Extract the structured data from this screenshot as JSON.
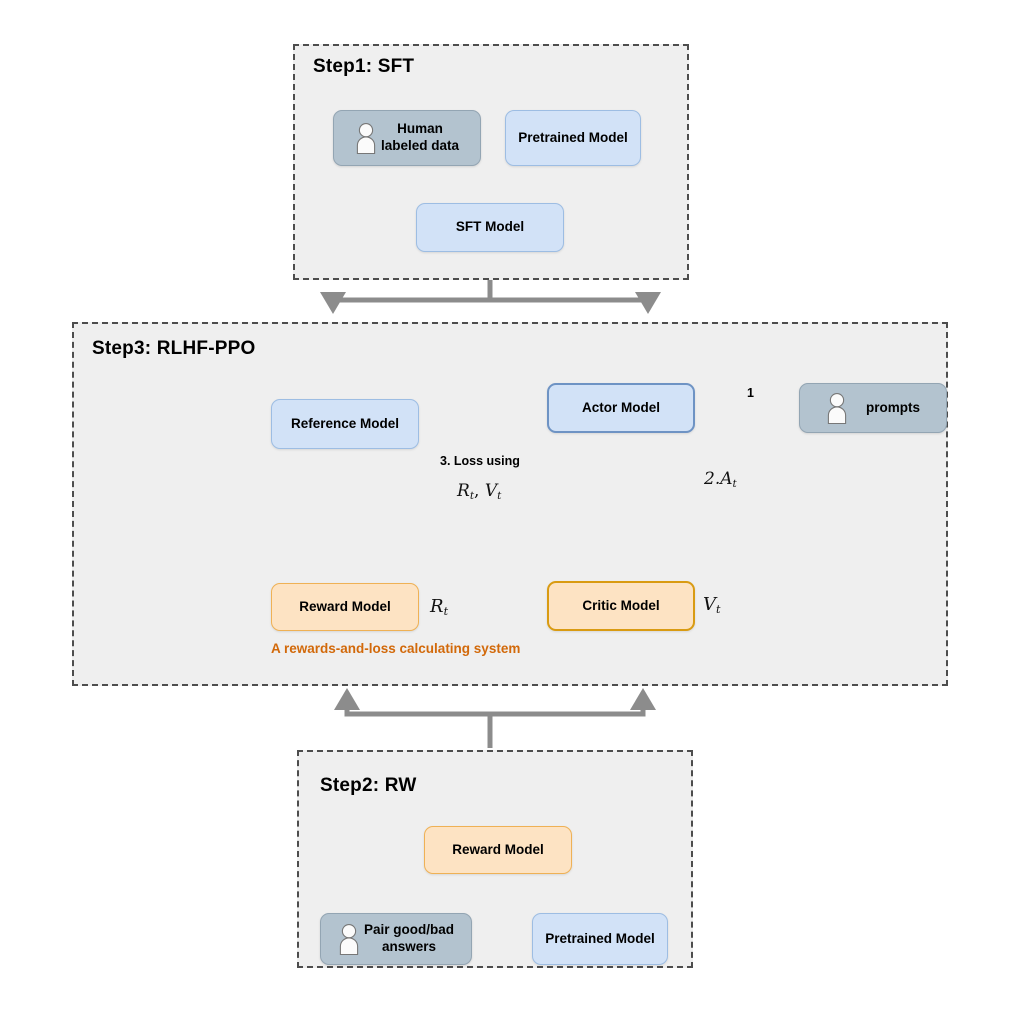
{
  "diagram": {
    "title": "RLHF three-step training pipeline",
    "colors": {
      "panel_bg": "#efefef",
      "panel_border": "#4d4d4d",
      "blue_fill": "#d2e2f7",
      "blue_border": "#9dbde3",
      "blue_border_strong": "#6e93c4",
      "grayblue_fill": "#b3c3cf",
      "grayblue_border": "#93a5b3",
      "orange_fill": "#fde3c3",
      "orange_border": "#efb155",
      "orange_border_strong": "#d99b12",
      "orange_text": "#d2690a",
      "connector_gray": "#8c8c8c",
      "connector_black": "#222222"
    }
  },
  "step1": {
    "title": "Step1: SFT",
    "nodes": {
      "human_labeled_data": "Human\nlabeled data",
      "pretrained_model": "Pretrained Model",
      "sft_model": "SFT Model"
    },
    "icons": {
      "human": "person-icon"
    }
  },
  "step3": {
    "title": "Step3: RLHF-PPO",
    "nodes": {
      "reference_model": "Reference Model",
      "reward_model": "Reward Model",
      "actor_model": "Actor Model",
      "critic_model": "Critic Model",
      "prompts": "prompts"
    },
    "system_caption": "A rewards-and-loss calculating system",
    "labels": {
      "edge_prompts_to_actor": "1",
      "edge_actor_to_critic": "2.A",
      "edge_actor_to_critic_sub": "t",
      "loss_line1": "3. Loss using",
      "loss_line2_r": "R",
      "loss_line2_r_sub": "t",
      "loss_line2_sep": ", ",
      "loss_line2_v": "V",
      "loss_line2_v_sub": "t",
      "reward_out": "R",
      "reward_out_sub": "t",
      "critic_out": "V",
      "critic_out_sub": "t"
    },
    "icons": {
      "prompts": "person-icon"
    }
  },
  "step2": {
    "title": "Step2: RW",
    "nodes": {
      "reward_model": "Reward Model",
      "pair_answers": "Pair good/bad\nanswers",
      "pretrained_model": "Pretrained Model"
    },
    "icons": {
      "pair": "person-icon"
    }
  }
}
